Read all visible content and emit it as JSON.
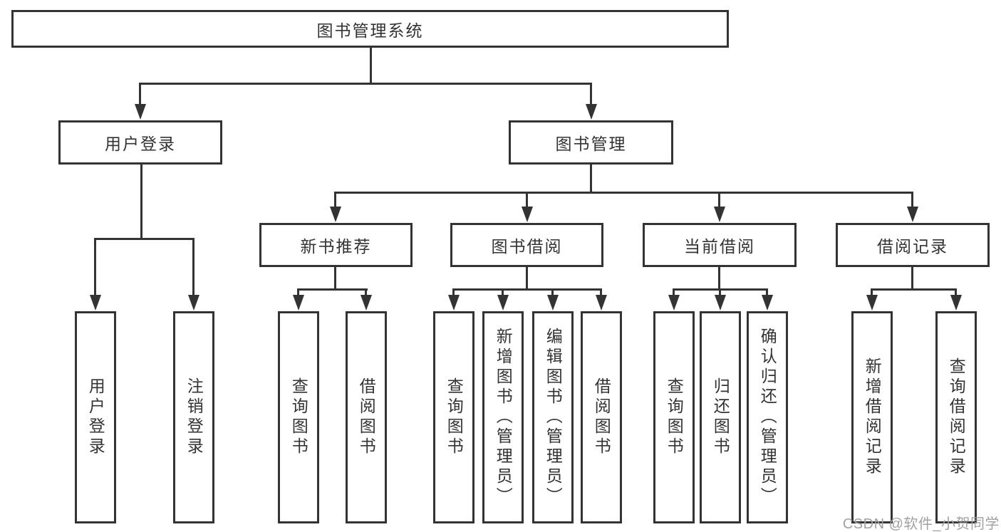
{
  "diagram": {
    "root": "图书管理系统",
    "level2": [
      "用户登录",
      "图书管理"
    ],
    "level3": [
      "新书推荐",
      "图书借阅",
      "当前借阅",
      "借阅记录"
    ],
    "leaves": {
      "user_login": [
        "用户登录",
        "注销登录"
      ],
      "new_book_recommend": [
        "查询图书",
        "借阅图书"
      ],
      "book_borrow": [
        "查询图书",
        "新增图书（管理员）",
        "编辑图书（管理员）",
        "借阅图书"
      ],
      "current_borrow": [
        "查询图书",
        "归还图书",
        "确认归还（管理员）"
      ],
      "borrow_records": [
        "新增借阅记录",
        "查询借阅记录"
      ]
    },
    "colors": {
      "line": "#333333",
      "text": "#333333",
      "background": "#ffffff",
      "watermark": "#a1a1a1"
    },
    "watermark": "CSDN @软件_小贺同学"
  }
}
